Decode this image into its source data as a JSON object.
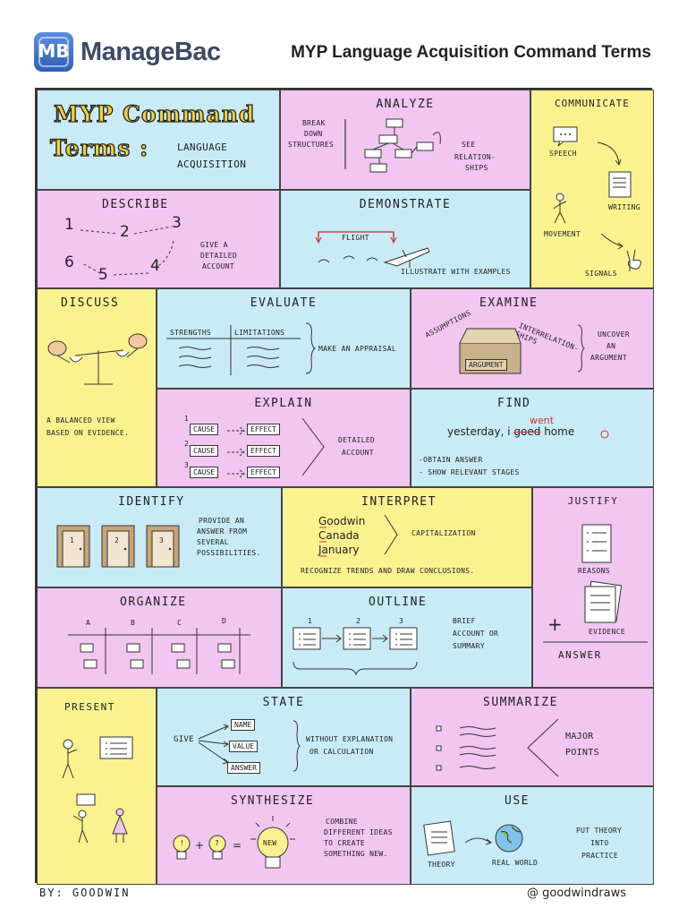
{
  "header": {
    "logo_mark": "MB",
    "logo_text": "ManageBac",
    "title": "MYP Language Acquisition Command Terms"
  },
  "title_card": {
    "line1": "MYP Command",
    "line2": "Terms :",
    "subtitle1": "Language",
    "subtitle2": "Acquisition"
  },
  "analyze": {
    "term": "Analyze",
    "left_note": [
      "Break",
      "down",
      "structures"
    ],
    "right_note": [
      "See",
      "relation-",
      "ships"
    ]
  },
  "communicate": {
    "term": "Communicate",
    "speech": "Speech",
    "writing": "Writing",
    "movement": "Movement",
    "signals": "Signals"
  },
  "describe": {
    "term": "Describe",
    "numbers": [
      "1",
      "2",
      "3",
      "4",
      "5",
      "6"
    ],
    "note": [
      "Give a",
      "detailed",
      "account"
    ]
  },
  "demonstrate": {
    "term": "Demonstrate",
    "flight": "Flight",
    "note": "Illustrate with examples"
  },
  "discuss": {
    "term": "Discuss",
    "note": [
      "A balanced view",
      "based on evidence."
    ]
  },
  "evaluate": {
    "term": "Evaluate",
    "col1": "Strengths",
    "col2": "Limitations",
    "note": "Make an appraisal"
  },
  "examine": {
    "term": "Examine",
    "assumptions": "Assumptions",
    "interrelationships": "Interrelation-ships",
    "argument": "Argument",
    "note": [
      "Uncover",
      "an",
      "argument"
    ]
  },
  "explain": {
    "term": "Explain",
    "cause": "Cause",
    "effect": "Effect",
    "steps": [
      "1",
      "2",
      "3"
    ],
    "note": [
      "Detailed",
      "account"
    ]
  },
  "find": {
    "term": "Find",
    "sentence_a": "yesterday, i ",
    "wrong_word": "goed",
    "sentence_b": " home",
    "correction": "went",
    "notes": [
      "-Obtain answer",
      "- Show relevant stages"
    ]
  },
  "identify": {
    "term": "Identify",
    "doors": [
      "1",
      "2",
      "3"
    ],
    "note": [
      "Provide an",
      "answer from",
      "several",
      "possibilities."
    ]
  },
  "interpret": {
    "term": "Interpret",
    "words": [
      "Goodwin",
      "Canada",
      "January"
    ],
    "label": "Capitalization",
    "note": "Recognize trends and draw conclusions."
  },
  "justify": {
    "term": "Justify",
    "reasons": "Reasons",
    "evidence": "Evidence",
    "plus": "+",
    "answer": "Answer"
  },
  "organize": {
    "term": "Organize",
    "columns": [
      "A",
      "B",
      "C",
      "D"
    ]
  },
  "outline": {
    "term": "Outline",
    "steps": [
      "1",
      "2",
      "3"
    ],
    "note": [
      "Brief",
      "account or",
      "summary"
    ]
  },
  "present": {
    "term": "Present"
  },
  "state": {
    "term": "State",
    "give": "Give",
    "items": [
      "Name",
      "Value",
      "Answer"
    ],
    "note": [
      "Without explanation",
      "or calculation"
    ]
  },
  "summarize": {
    "term": "Summarize",
    "note": [
      "Major",
      "Points"
    ]
  },
  "synthesize": {
    "term": "Synthesize",
    "plus": "+",
    "equals": "=",
    "q1": "!",
    "q2": "?",
    "new_label": "New",
    "note": [
      "Combine",
      "different ideas",
      "to create",
      "something new."
    ]
  },
  "use": {
    "term": "Use",
    "theory": "Theory",
    "real_world": "Real world",
    "note": [
      "Put theory",
      "into",
      "practice"
    ]
  },
  "footer": {
    "by": "BY: GOODWIN",
    "handle": "@ goodwindraws"
  }
}
